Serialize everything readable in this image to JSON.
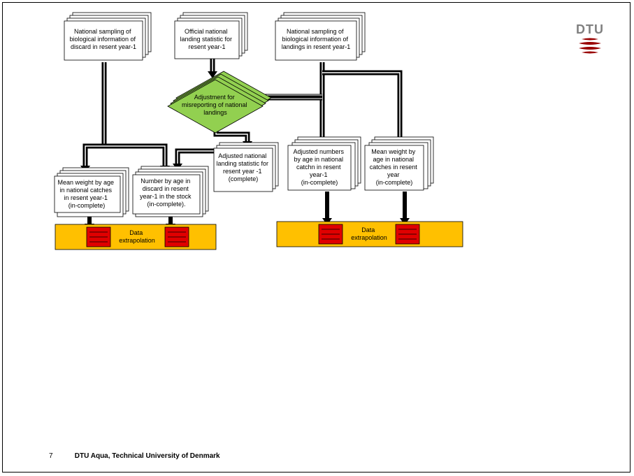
{
  "boxes": {
    "discard_sampling": [
      "National sampling of",
      "biological information of",
      "discard in resent year-1"
    ],
    "official_landing": [
      "Official national",
      "landing statistic for",
      "resent year-1"
    ],
    "landing_sampling": [
      "National sampling of",
      "biological information of",
      "landings in resent year-1"
    ],
    "adjustment": [
      "Adjustment for",
      "misreporting of national",
      "landings"
    ],
    "adjusted_landing": [
      "Adjusted national",
      "landing statistic for",
      "resent year -1",
      "(complete)"
    ],
    "mean_weight_catches": [
      "Mean weight by age",
      "in national catches",
      "in resent year-1",
      "(in-complete)"
    ],
    "number_discard": [
      "Number by age in",
      "discard in resent",
      "year-1 in the stock",
      "(in-complete)."
    ],
    "adjusted_numbers": [
      "Adjusted numbers",
      "by age in national",
      "catchn in resent",
      "year-1",
      "(in-complete)"
    ],
    "mean_weight_resent": [
      "Mean weight by",
      "age in national",
      "catches in resent",
      "year",
      "(in-complete)"
    ],
    "extrapolation_left": [
      "Data",
      "extrapolation"
    ],
    "extrapolation_right": [
      "Data",
      "extrapolation"
    ]
  },
  "logo": "DTU",
  "footer": {
    "page": "7",
    "org": "DTU Aqua, Technical University of Denmark"
  },
  "colors": {
    "diamond": "#92d050",
    "extrapolation_bar": "#ffc000",
    "red_block": "#e00000",
    "logo_red": "#990000"
  }
}
